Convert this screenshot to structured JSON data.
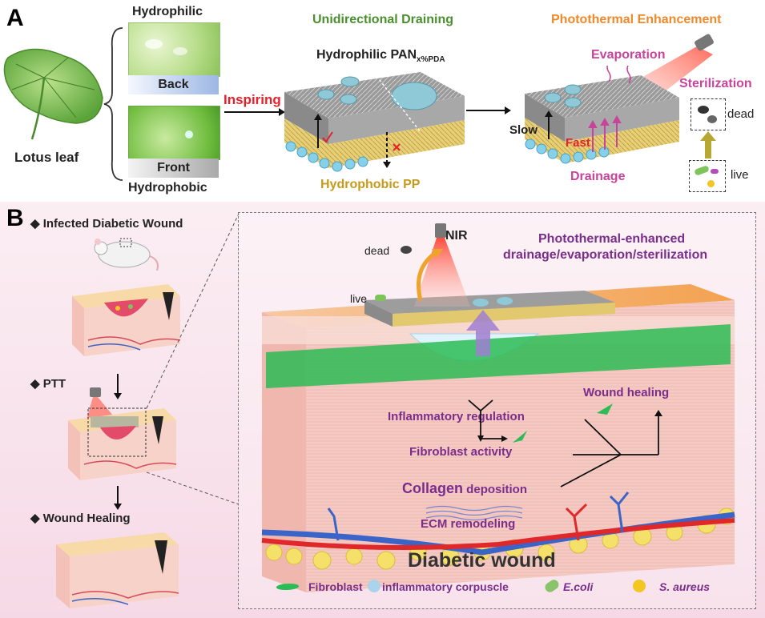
{
  "panel_a": {
    "letter": "A",
    "hydrophilic": "Hydrophilic",
    "back": "Back",
    "front": "Front",
    "hydrophobic": "Hydrophobic",
    "lotus_leaf": "Lotus leaf",
    "inspiring": "Inspiring",
    "unidirectional_title": "Unidirectional Draining",
    "pan_label": "Hydrophilic PAN",
    "pan_sub": "x%PDA",
    "pp_label": "Hydrophobic PP",
    "photothermal_title": "Photothermal Enhancement",
    "evaporation": "Evaporation",
    "sterilization": "Sterilization",
    "dead": "dead",
    "live": "live",
    "slow": "Slow",
    "fast": "Fast",
    "drainage": "Drainage"
  },
  "panel_b": {
    "letter": "B",
    "step1": "Infected Diabetic Wound",
    "step2": "PTT",
    "step3": "Wound Healing",
    "nir": "NIR",
    "dead": "dead",
    "live": "live",
    "photothermal_line1": "Photothermal-enhanced",
    "photothermal_line2": "drainage/evaporation/sterilization",
    "wound_healing": "Wound healing",
    "inflammatory_regulation": "Inflammatory regulation",
    "fibroblast_activity": "Fibroblast activity",
    "collagen_word": "Collagen",
    "collagen_rest": " deposition",
    "ecm": "ECM remodeling",
    "diabetic_wound": "Diabetic wound",
    "legend": {
      "fibroblast": "Fibroblast",
      "inflammatory": "inflammatory corpuscle",
      "ecoli": "E.coli",
      "saureus": "S. aureus"
    }
  },
  "colors": {
    "green_title": "#4a8f2e",
    "orange_title": "#f0892a",
    "red_text": "#e8202a",
    "purple_text": "#7b2d8c",
    "magenta_text": "#c8439b",
    "gold_text": "#c89a1c"
  }
}
